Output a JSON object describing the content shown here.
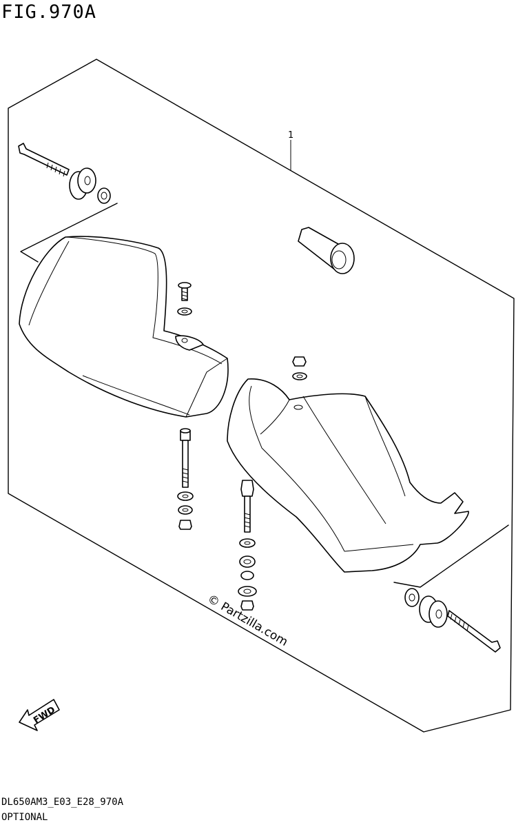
{
  "figure": {
    "title": "FIG.970A",
    "code": "DL650AM3_E03_E28_970A",
    "category": "OPTIONAL"
  },
  "callouts": [
    {
      "label": "1",
      "part": "handguard-kit"
    }
  ],
  "watermark": {
    "text": "© Partzilla.com"
  },
  "direction_arrow": {
    "label": "FWD",
    "icon": "fwd-arrow-icon"
  }
}
